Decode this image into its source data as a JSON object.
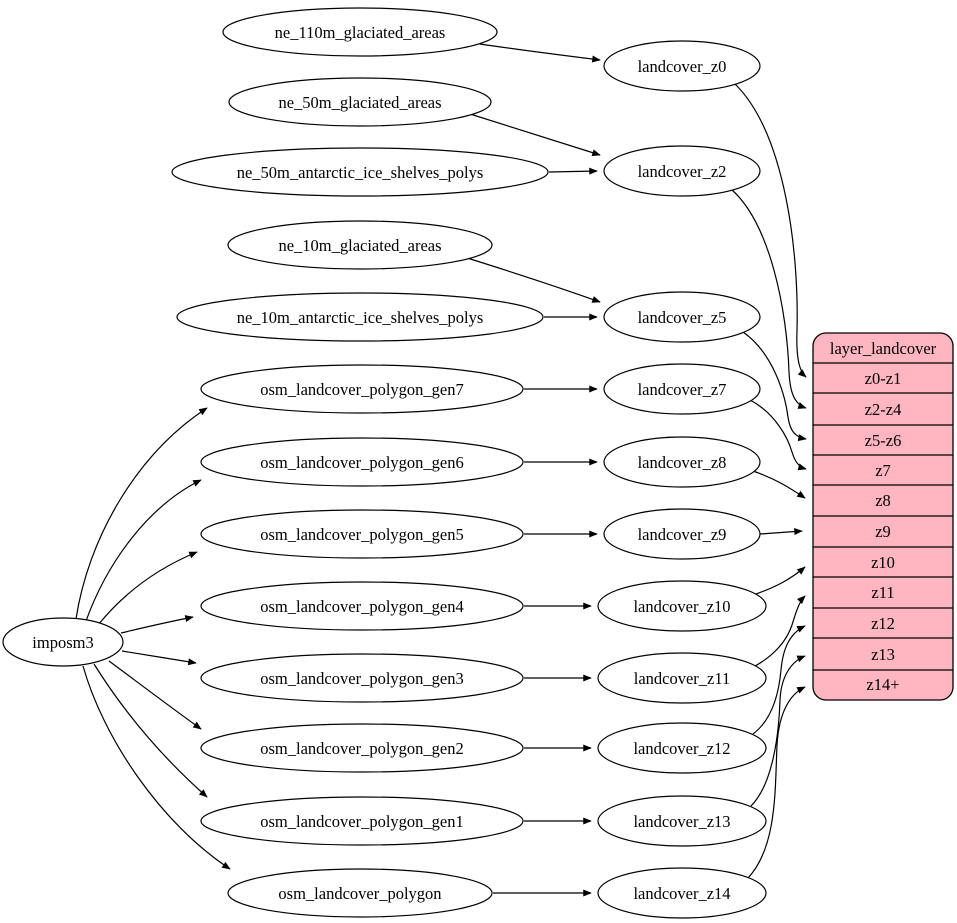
{
  "colors": {
    "background": "#ffffff",
    "node_fill": "#ffffff",
    "node_stroke": "#000000",
    "edge": "#000000",
    "table_fill": "#ffb6c1",
    "text": "#000000"
  },
  "nodes": {
    "imposm3": "imposm3",
    "ne_110m_glaciated_areas": "ne_110m_glaciated_areas",
    "ne_50m_glaciated_areas": "ne_50m_glaciated_areas",
    "ne_50m_antarctic_ice_shelves_polys": "ne_50m_antarctic_ice_shelves_polys",
    "ne_10m_glaciated_areas": "ne_10m_glaciated_areas",
    "ne_10m_antarctic_ice_shelves_polys": "ne_10m_antarctic_ice_shelves_polys",
    "osm_landcover_polygon_gen7": "osm_landcover_polygon_gen7",
    "osm_landcover_polygon_gen6": "osm_landcover_polygon_gen6",
    "osm_landcover_polygon_gen5": "osm_landcover_polygon_gen5",
    "osm_landcover_polygon_gen4": "osm_landcover_polygon_gen4",
    "osm_landcover_polygon_gen3": "osm_landcover_polygon_gen3",
    "osm_landcover_polygon_gen2": "osm_landcover_polygon_gen2",
    "osm_landcover_polygon_gen1": "osm_landcover_polygon_gen1",
    "osm_landcover_polygon": "osm_landcover_polygon",
    "landcover_z0": "landcover_z0",
    "landcover_z2": "landcover_z2",
    "landcover_z5": "landcover_z5",
    "landcover_z7": "landcover_z7",
    "landcover_z8": "landcover_z8",
    "landcover_z9": "landcover_z9",
    "landcover_z10": "landcover_z10",
    "landcover_z11": "landcover_z11",
    "landcover_z12": "landcover_z12",
    "landcover_z13": "landcover_z13",
    "landcover_z14": "landcover_z14"
  },
  "table": {
    "title": "layer_landcover",
    "rows": [
      "z0-z1",
      "z2-z4",
      "z5-z6",
      "z7",
      "z8",
      "z9",
      "z10",
      "z11",
      "z12",
      "z13",
      "z14+"
    ]
  },
  "edges": [
    {
      "from": "imposm3",
      "to": "osm_landcover_polygon_gen7"
    },
    {
      "from": "imposm3",
      "to": "osm_landcover_polygon_gen6"
    },
    {
      "from": "imposm3",
      "to": "osm_landcover_polygon_gen5"
    },
    {
      "from": "imposm3",
      "to": "osm_landcover_polygon_gen4"
    },
    {
      "from": "imposm3",
      "to": "osm_landcover_polygon_gen3"
    },
    {
      "from": "imposm3",
      "to": "osm_landcover_polygon_gen2"
    },
    {
      "from": "imposm3",
      "to": "osm_landcover_polygon_gen1"
    },
    {
      "from": "imposm3",
      "to": "osm_landcover_polygon"
    },
    {
      "from": "ne_110m_glaciated_areas",
      "to": "landcover_z0"
    },
    {
      "from": "ne_50m_glaciated_areas",
      "to": "landcover_z2"
    },
    {
      "from": "ne_50m_antarctic_ice_shelves_polys",
      "to": "landcover_z2"
    },
    {
      "from": "ne_10m_glaciated_areas",
      "to": "landcover_z5"
    },
    {
      "from": "ne_10m_antarctic_ice_shelves_polys",
      "to": "landcover_z5"
    },
    {
      "from": "osm_landcover_polygon_gen7",
      "to": "landcover_z7"
    },
    {
      "from": "osm_landcover_polygon_gen6",
      "to": "landcover_z8"
    },
    {
      "from": "osm_landcover_polygon_gen5",
      "to": "landcover_z9"
    },
    {
      "from": "osm_landcover_polygon_gen4",
      "to": "landcover_z10"
    },
    {
      "from": "osm_landcover_polygon_gen3",
      "to": "landcover_z11"
    },
    {
      "from": "osm_landcover_polygon_gen2",
      "to": "landcover_z12"
    },
    {
      "from": "osm_landcover_polygon_gen1",
      "to": "landcover_z13"
    },
    {
      "from": "osm_landcover_polygon",
      "to": "landcover_z14"
    },
    {
      "from": "landcover_z0",
      "to": "layer_landcover:z0-z1"
    },
    {
      "from": "landcover_z2",
      "to": "layer_landcover:z2-z4"
    },
    {
      "from": "landcover_z5",
      "to": "layer_landcover:z5-z6"
    },
    {
      "from": "landcover_z7",
      "to": "layer_landcover:z7"
    },
    {
      "from": "landcover_z8",
      "to": "layer_landcover:z8"
    },
    {
      "from": "landcover_z9",
      "to": "layer_landcover:z9"
    },
    {
      "from": "landcover_z10",
      "to": "layer_landcover:z10"
    },
    {
      "from": "landcover_z11",
      "to": "layer_landcover:z11"
    },
    {
      "from": "landcover_z12",
      "to": "layer_landcover:z12"
    },
    {
      "from": "landcover_z13",
      "to": "layer_landcover:z13"
    },
    {
      "from": "landcover_z14",
      "to": "layer_landcover:z14+"
    }
  ]
}
